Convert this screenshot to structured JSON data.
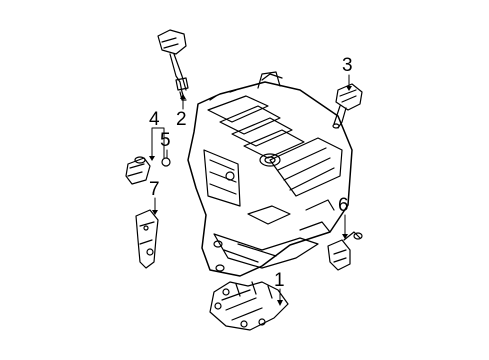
{
  "diagram": {
    "callouts": [
      "1",
      "2",
      "3",
      "4",
      "5",
      "6",
      "7"
    ],
    "colors": {
      "line": "#000000",
      "background": "#ffffff"
    }
  }
}
